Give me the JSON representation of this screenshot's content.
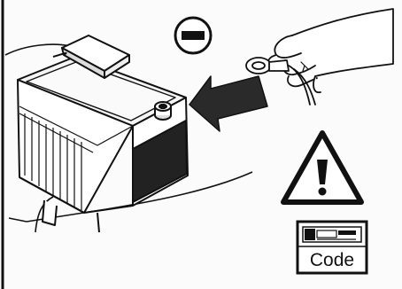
{
  "labels": {
    "code": "Code"
  },
  "symbols": {
    "negative_terminal": "minus-sign",
    "warning": "exclamation-triangle",
    "radio": "car-radio"
  },
  "colors": {
    "ink": "#111111",
    "arrow": "#2a2a2a",
    "paper": "#fbfbfb"
  }
}
